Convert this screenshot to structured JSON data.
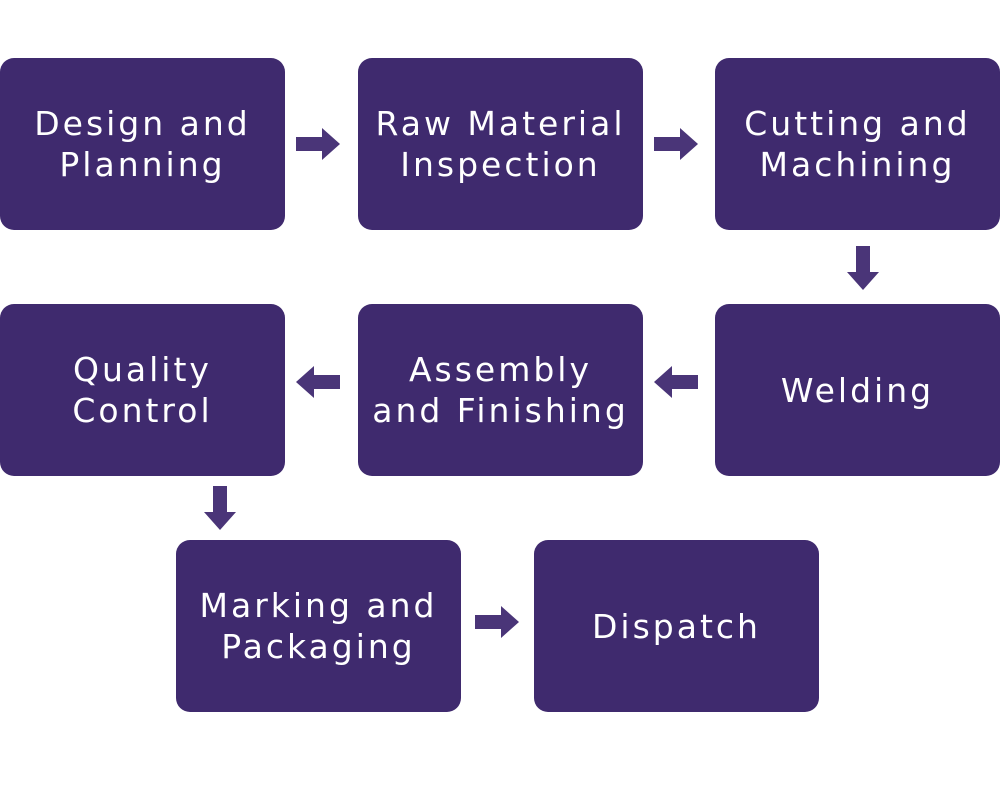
{
  "steps": [
    {
      "label": "Design and\nPlanning"
    },
    {
      "label": "Raw Material\nInspection"
    },
    {
      "label": "Cutting and\nMachining"
    },
    {
      "label": "Quality\nControl"
    },
    {
      "label": "Assembly\nand Finishing"
    },
    {
      "label": "Welding"
    },
    {
      "label": "Marking and\nPackaging"
    },
    {
      "label": "Dispatch"
    }
  ],
  "colors": {
    "box": "#3f2a6e",
    "arrow": "#4a3578",
    "text": "#ffffff",
    "background": "#ffffff"
  }
}
